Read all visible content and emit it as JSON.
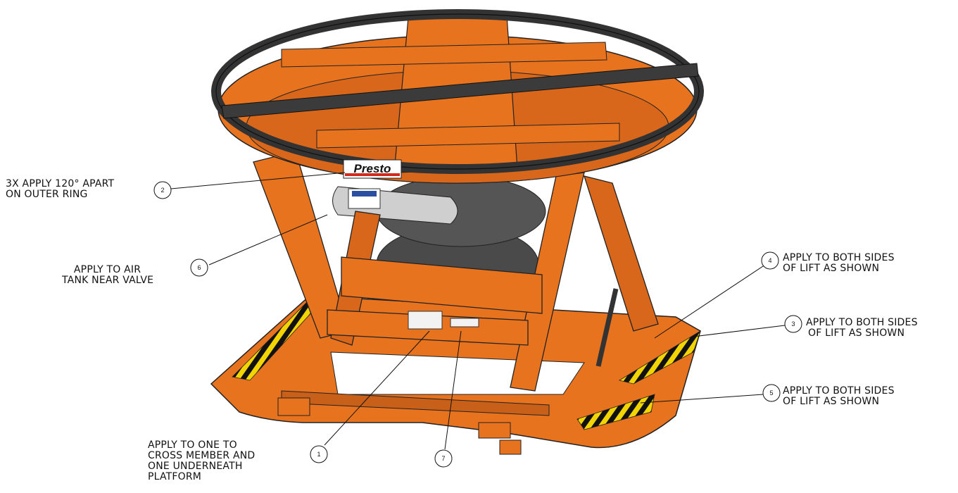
{
  "brand": {
    "logo_text": "Presto"
  },
  "callouts": [
    {
      "number": "1",
      "lines": [
        "APPLY TO ONE TO",
        "CROSS MEMBER AND",
        "ONE UNDERNEATH",
        "PLATFORM"
      ]
    },
    {
      "number": "2",
      "lines": [
        "3X APPLY 120° APART",
        "ON OUTER RING"
      ]
    },
    {
      "number": "3",
      "lines": [
        "APPLY TO BOTH SIDES",
        "OF LIFT AS SHOWN"
      ]
    },
    {
      "number": "4",
      "lines": [
        "APPLY TO BOTH SIDES",
        "OF LIFT AS SHOWN"
      ]
    },
    {
      "number": "5",
      "lines": [
        "APPLY TO BOTH SIDES",
        "OF LIFT AS SHOWN"
      ]
    },
    {
      "number": "6",
      "lines": [
        "APPLY TO AIR",
        "TANK NEAR VALVE"
      ]
    },
    {
      "number": "7",
      "lines": []
    }
  ],
  "colors": {
    "frame": "#E8731F",
    "frame_dark": "#B9561A",
    "ring": "#3a3a3a",
    "bellows": "#4a4a4a",
    "tank": "#c9c9c9",
    "hazard_yellow": "#F2D400",
    "hazard_black": "#111111",
    "logo_red": "#D42A1E"
  }
}
